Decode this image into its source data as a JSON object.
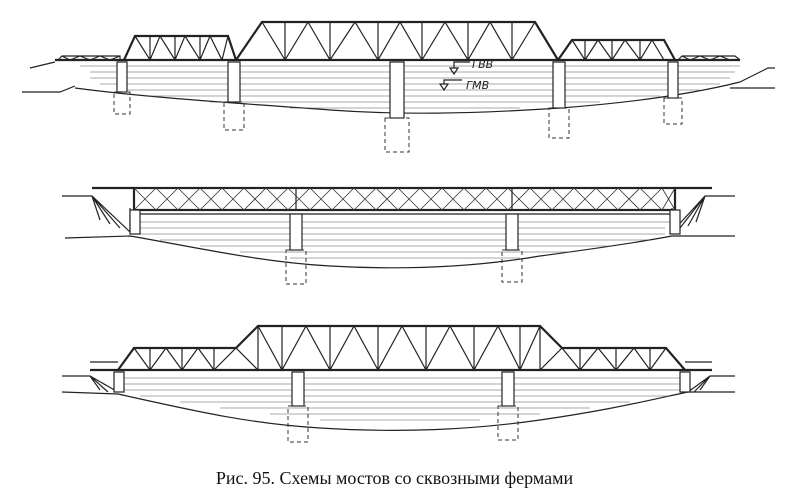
{
  "caption": "Рис. 95. Схемы мостов со сквозными фермами",
  "labels": {
    "high_water": "ГВВ",
    "low_water": "ГМВ"
  }
}
